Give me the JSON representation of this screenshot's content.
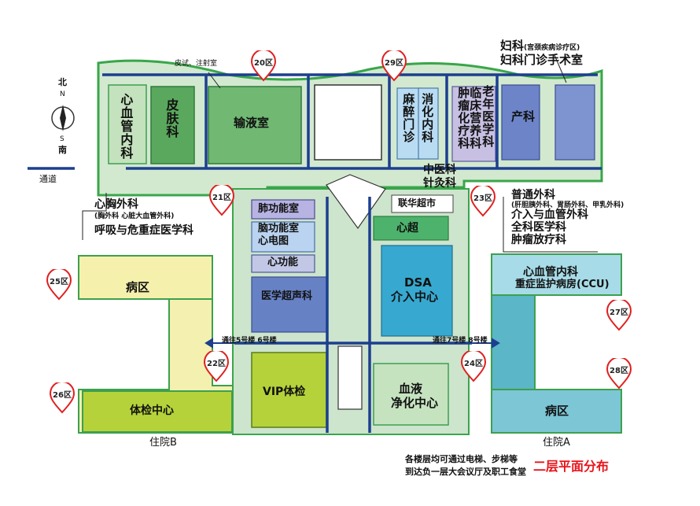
{
  "plan": {
    "title": "二层平面分布",
    "notice_line1": "各楼层均可通过电梯、步梯等",
    "notice_line2": "到达负一层大会议厅及职工食堂"
  },
  "legend": {
    "north": "北",
    "north_letter": "N",
    "south_letter": "S",
    "south": "南",
    "passage": "通道"
  },
  "zones": [
    "20区",
    "21区",
    "22区",
    "23区",
    "24区",
    "25区",
    "26区",
    "27区",
    "28区",
    "29区"
  ],
  "departments": {
    "skin_test": "皮试、注射室",
    "cardiology_internal": "心血管内科",
    "dermatology": "皮肤科",
    "infusion": "输液室",
    "anesthesia": "麻醉门诊",
    "digestive": "消化内科",
    "oncology": "肿瘤化疗科",
    "clinical_nutrition": "临床营养科",
    "geriatrics": "老年医学科",
    "obstetrics": "产科",
    "gynecology_main": "妇科",
    "gynecology_sub": "(宫颈疾病诊疗区)",
    "gyn_surgery": "妇科门诊手术室",
    "tcm_line1": "中医科",
    "tcm_line2": "针灸科",
    "lianhua": "联华超市",
    "lung_function": "肺功能室",
    "brain_function_line1": "脑功能室",
    "brain_function_line2": "心电图",
    "heart_function": "心功能",
    "ultrasound": "医学超声科",
    "heart_ultrasound": "心超",
    "dsa_line1": "DSA",
    "dsa_line2": "介入中心",
    "vip_check": "VIP体检",
    "dialysis_line1": "血液",
    "dialysis_line2": "净化中心",
    "cardiothoracic": "心胸外科",
    "cardiothoracic_sub": "(胸外科  心脏大血管外科)",
    "respiratory": "呼吸与危重症医学科",
    "general_surgery": "普通外科",
    "general_surgery_sub": "(肝胆胰外科、胃肠外科、甲乳外科)",
    "vascular": "介入与血管外科",
    "general_medicine": "全科医学科",
    "radiotherapy": "肿瘤放疗科",
    "ward_b": "病区",
    "physical_exam": "体检中心",
    "inpatient_b": "住院B",
    "ccu_line1": "心血管内科",
    "ccu_line2": "重症监护病房(CCU)",
    "ward_a": "病区",
    "inpatient_a": "住院A",
    "to_b": "通往5号楼 6号楼",
    "to_a": "通往7号楼 8号楼"
  },
  "colors": {
    "outline_green": "#2f9e44",
    "passage_blue": "#1d3f8f",
    "pin_red": "#e02020",
    "title_red": "#e8141b"
  }
}
